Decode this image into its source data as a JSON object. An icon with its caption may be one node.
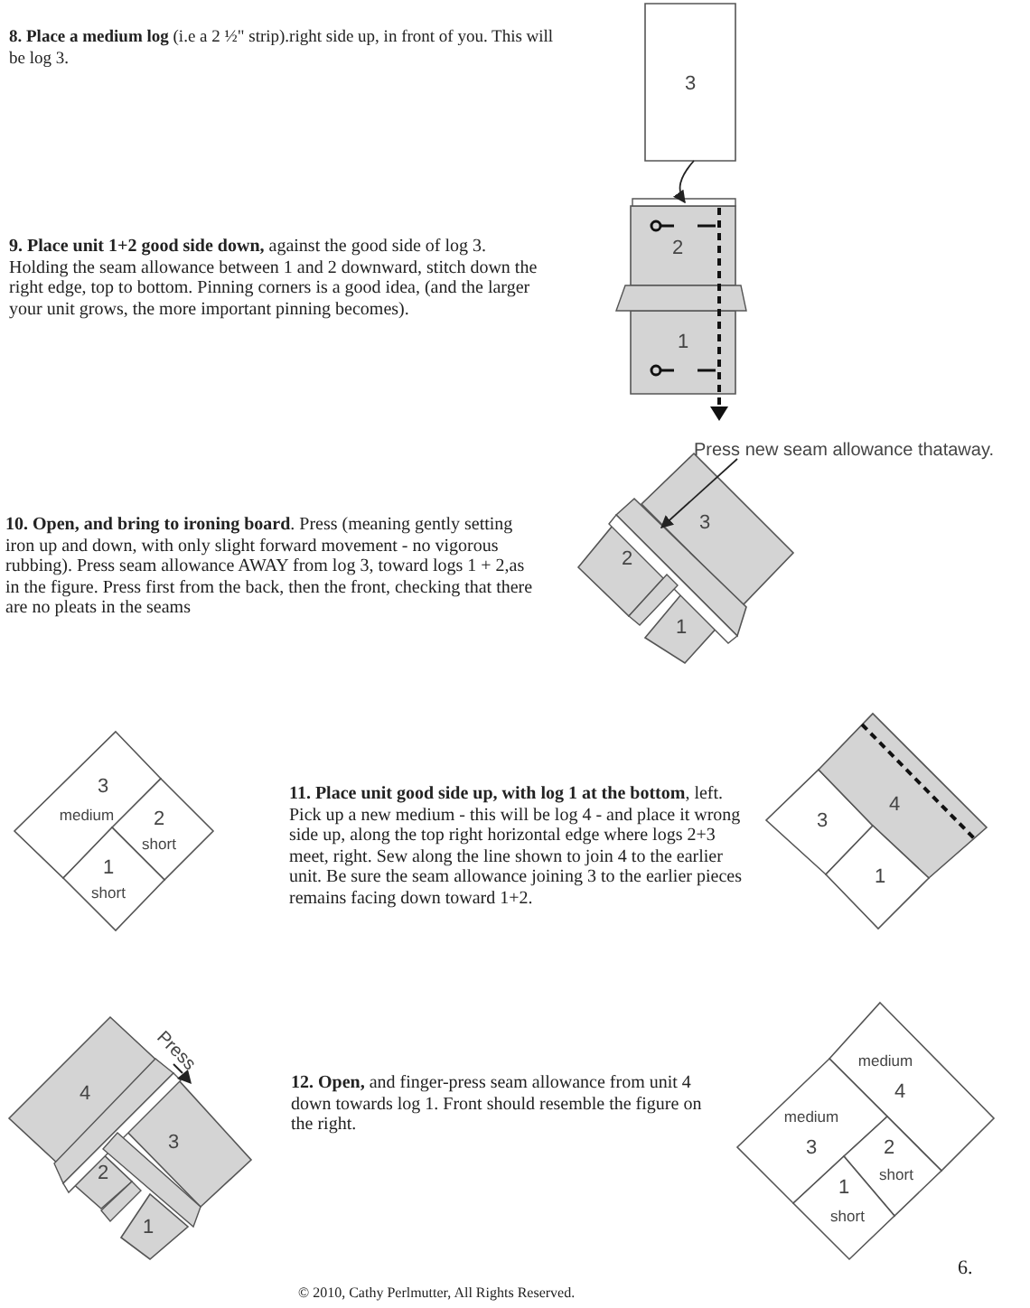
{
  "diagram": {
    "nodes": [
      {
        "text": [
          "3"
        ]
      },
      {
        "text": [
          "2"
        ]
      },
      {
        "text": [
          "1"
        ]
      },
      {
        "text": [
          "3"
        ]
      },
      {
        "text": [
          "2"
        ]
      },
      {
        "text": [
          "1"
        ]
      },
      {
        "text": [
          "Press new seam allowance thataway."
        ]
      },
      {
        "text": [
          "3",
          "medium"
        ]
      },
      {
        "text": [
          "2",
          "short"
        ]
      },
      {
        "text": [
          "1",
          "short"
        ]
      },
      {
        "text": [
          "3"
        ]
      },
      {
        "text": [
          "4"
        ]
      },
      {
        "text": [
          "1"
        ]
      },
      {
        "text": [
          "4"
        ]
      },
      {
        "text": [
          "3"
        ]
      },
      {
        "text": [
          "2"
        ]
      },
      {
        "text": [
          "1"
        ]
      },
      {
        "text": [
          "medium",
          "4"
        ]
      },
      {
        "text": [
          "medium",
          "3"
        ]
      },
      {
        "text": [
          "2",
          "short"
        ]
      },
      {
        "text": [
          "1",
          "short"
        ]
      },
      {
        "text": [],
        "shape": "bar"
      }
    ],
    "edges": [
      {
        "from": 0,
        "to": 1,
        "arrow": "to"
      },
      {
        "from": 6,
        "to": 21,
        "arrow": "to"
      }
    ],
    "labels": [
      "**8. Place a medium log** (i.e a 2 ½\" strip).right side up, in front of you. This will be log 3.",
      "**9. Place unit 1+2 good side down,** against the good side of log 3. Holding the seam allowance between 1 and 2 downward, stitch down the right edge, top to bottom. Pinning corners is a good idea, (and the larger your unit grows, the more important pinning becomes).",
      "**10. Open, and bring to ironing board**. Press (meaning gently setting iron up and down, with only slight forward movement - no vigorous rubbing). Press seam allowance AWAY from log 3, toward logs 1 + 2,as in the figure. Press first from the back, then the front, checking that there are no pleats in the seams",
      "**11. Place unit good side up, with log 1 at the bottom**, left. Pick up a new medium - this will be log 4 - and place it wrong side up, along the top right horizontal edge where logs 2+3 meet, right. Sew along the line shown to join 4 to the earlier unit. Be sure the seam allowance joining 3 to the earlier pieces remains facing down toward 1+2.",
      "**12. Open,** and finger-press seam allowance from unit 4 down towards log 1. Front should resemble the figure on the right.",
      "Press",
      "© 2010, Cathy Perlmutter, All Rights Reserved.",
      "6."
    ]
  }
}
